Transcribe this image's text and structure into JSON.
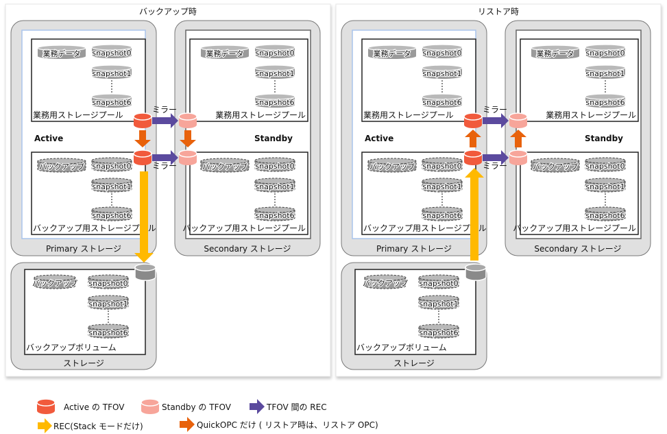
{
  "panels": [
    {
      "id": "backup",
      "title": "バックアップ時",
      "primary": {
        "label": "Primary ストレージ",
        "role": "Active",
        "business_pool": {
          "label": "業務用ストレージプール",
          "data_volume": "業務データ",
          "snapshots": [
            "snapshot0",
            "snapshot1",
            "snapshot6"
          ]
        },
        "backup_pool": {
          "label": "バックアップ用ストレージプール",
          "data_volume": "バックアップ",
          "snapshots": [
            "snapshot0",
            "snapshot1",
            "snapshot6"
          ]
        }
      },
      "secondary": {
        "label": "Secondary ストレージ",
        "role": "Standby",
        "business_pool": {
          "label": "業務用ストレージプール",
          "data_volume": "業務データ",
          "snapshots": [
            "snapshot0",
            "snapshot1",
            "snapshot6"
          ]
        },
        "backup_pool": {
          "label": "バックアップ用ストレージプール",
          "data_volume": "バックアップ",
          "snapshots": [
            "snapshot0",
            "snapshot1",
            "snapshot6"
          ]
        }
      },
      "mirror_label": "ミラー",
      "opc_direction": "down",
      "rec_direction": "down",
      "storage": {
        "label": "ストレージ",
        "volume_label": "バックアップボリューム",
        "data_volume": "バックアップ",
        "snapshots": [
          "snapshot0",
          "snapshot1",
          "snapshot6"
        ]
      }
    },
    {
      "id": "restore",
      "title": "リストア時",
      "primary": {
        "label": "Primary ストレージ",
        "role": "Active",
        "business_pool": {
          "label": "業務用ストレージプール",
          "data_volume": "業務データ",
          "snapshots": [
            "snapshot0",
            "snapshot1",
            "snapshot6"
          ]
        },
        "backup_pool": {
          "label": "バックアップ用ストレージプール",
          "data_volume": "バックアップ",
          "snapshots": [
            "snapshot0",
            "snapshot1",
            "snapshot6"
          ]
        }
      },
      "secondary": {
        "label": "Secondary ストレージ",
        "role": "Standby",
        "business_pool": {
          "label": "業務用ストレージプール",
          "data_volume": "業務データ",
          "snapshots": [
            "snapshot0",
            "snapshot1",
            "snapshot6"
          ]
        },
        "backup_pool": {
          "label": "バックアップ用ストレージプール",
          "data_volume": "バックアップ",
          "snapshots": [
            "snapshot0",
            "snapshot1",
            "snapshot6"
          ]
        }
      },
      "mirror_label": "ミラー",
      "opc_direction": "up",
      "rec_direction": "up",
      "storage": {
        "label": "ストレージ",
        "volume_label": "バックアップボリューム",
        "data_volume": "バックアップ",
        "snapshots": [
          "snapshot0",
          "snapshot1",
          "snapshot6"
        ]
      }
    }
  ],
  "legend": {
    "active_tfov": "Active の TFOV",
    "standby_tfov": "Standby の TFOV",
    "tfov_rec": "TFOV 間の REC",
    "rec_stack": "REC(Stack モードだけ)",
    "quickopc": "QuickOPC だけ ( リストア時は、リストア OPC)"
  },
  "colors": {
    "active_tfov": "#f15a3c",
    "standby_tfov": "#f7a59a",
    "rec_arrow": "#5b4a9e",
    "rec_stack_arrow": "#ffb900",
    "quickopc_arrow": "#e8620c",
    "storage_frame": "#e0e0e0",
    "volume_gray": "#9a9a9a",
    "backup_disk": "#8a8a8a"
  }
}
